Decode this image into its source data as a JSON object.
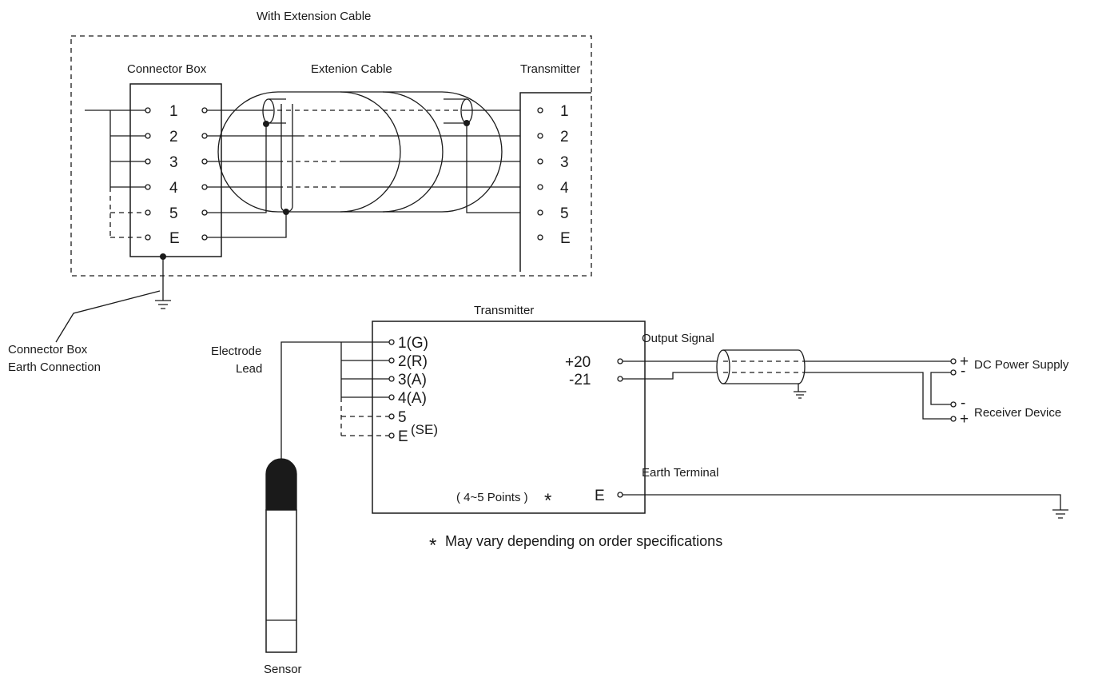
{
  "ext": {
    "title": "With Extension Cable",
    "connector_box": "Connector Box",
    "cable": "Extenion Cable",
    "transmitter": "Transmitter",
    "cb_terminals": [
      "1",
      "2",
      "3",
      "4",
      "5",
      "E"
    ],
    "tx_terminals": [
      "1",
      "2",
      "3",
      "4",
      "5",
      "E"
    ]
  },
  "earth_label": [
    "Connector Box",
    "Earth Connection"
  ],
  "transmitter": {
    "title": "Transmitter",
    "inputs": [
      "1(G)",
      "2(R)",
      "3(A)",
      "4(A)",
      "5",
      "E"
    ],
    "input_e_sup": "(SE)",
    "outputs": [
      "+20",
      "-21"
    ],
    "points": "( 4~5 Points )",
    "asterisk": "*",
    "e_terminal": "E"
  },
  "electrode_lead": [
    "Electrode",
    "Lead"
  ],
  "sensor": "Sensor",
  "output_signal": "Output Signal",
  "earth_terminal": "Earth Terminal",
  "dc_power_supply": "DC Power Supply",
  "receiver_device": "Receiver Device",
  "plus": "+",
  "minus": "-",
  "note": {
    "asterisk": "*",
    "text": "May vary depending on order specifications"
  }
}
